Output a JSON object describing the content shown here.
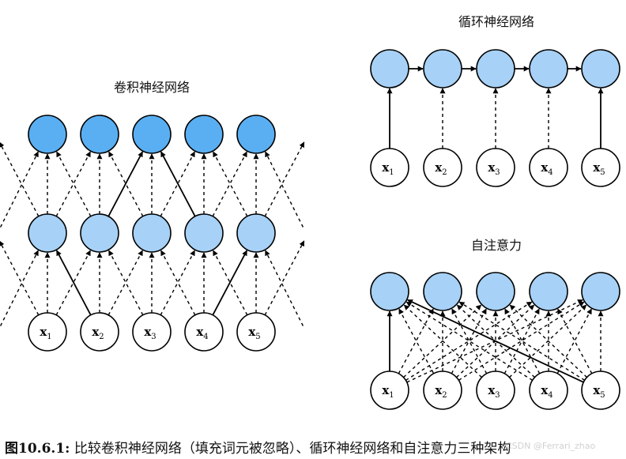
{
  "panels": {
    "cnn": {
      "title": "卷积神经网络"
    },
    "rnn": {
      "title": "循环神经网络"
    },
    "attention": {
      "title": "自注意力"
    }
  },
  "inputs": [
    "x",
    "x",
    "x",
    "x",
    "x"
  ],
  "input_subscripts": [
    "1",
    "2",
    "3",
    "4",
    "5"
  ],
  "caption": {
    "label": "图10.6.1:",
    "text": " 比较卷积神经网络（填充词元被忽略）、循环神经网络和自注意力三种架构"
  },
  "watermark": "CSDN @Ferrari_zhao",
  "colors": {
    "cnn_top": "#5aaff2",
    "cnn_mid": "#a7d1f6",
    "rnn_hidden": "#a7d1f6",
    "attn_hidden": "#a7d1f6",
    "input_fill": "#ffffff",
    "stroke": "#000000"
  }
}
